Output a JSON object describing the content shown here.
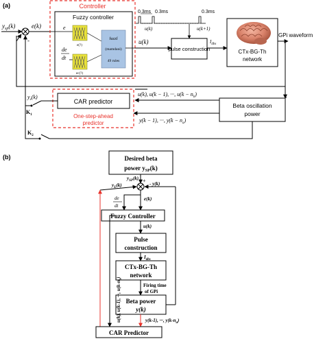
{
  "panel_a": {
    "label": "(a)",
    "ysp_in": "y",
    "ysp_sub": "sp",
    "ysp_arg": "(k)",
    "e_out": "e(k)",
    "plus": "+",
    "minus": "-",
    "controller_title": "Controller",
    "fuzzy_title": "Fuzzy controller",
    "in_e": "e",
    "in_de": "de",
    "in_dt": "dt",
    "mf_e_label": "e(?)",
    "mf_ec_label": "ec(?)",
    "rule_name": "fuzzf",
    "rule_type": "(mamdani)",
    "rule_count": "49 rules",
    "u_out": "u(k)",
    "timing_1": "0.3ms",
    "timing_2": "0.3ms",
    "timing_3": "0.3ms",
    "pulse_u1": "u(k)",
    "pulse_u2": "u(k+1)",
    "pulse_block": "pulse construction",
    "idbs": "I",
    "idbs_sub": "dbs",
    "network_line1": "CTx-BG-Th",
    "network_line2": "network",
    "gpi_label": "GPi waveform",
    "ye_label": "y",
    "ye_sub": "e",
    "ye_arg": "(k)",
    "k1": "K",
    "k1_sub": "1",
    "k2": "K",
    "k2_sub": "2",
    "car_block": "CAR predictor",
    "car_dashed_line1": "One-step-ahead",
    "car_dashed_line2": "predictor",
    "u_seq": "u(k), u(k − 1), ···, u(k − n",
    "u_seq_sub": "b",
    "y_seq": "y(k − 1), ···, y(k − n",
    "y_seq_sub": "a",
    "beta_line1": "Beta oscillation",
    "beta_line2": "power",
    "accent_color": "#e8312a",
    "box_fill_yellow": "#fff7c6",
    "mf_box_fill": "#e9e23a",
    "rule_fill": "#a9c4e4"
  },
  "panel_b": {
    "label": "(b)",
    "desired_line1": "Desired beta",
    "desired_line2": "power y",
    "desired_sub": "SP",
    "desired_arg": "(k)",
    "ysp_label": "y",
    "ysp_sub": "SP",
    "ysp_arg": "(k)",
    "plus": "+",
    "ye_label": "y",
    "ye_sub": "E",
    "ye_arg": "(k)",
    "minus_y": "- y(k)",
    "de_num": "de",
    "de_den": "dt",
    "ek": "e(k)",
    "fuzzy_block": "Fuzzy Controller",
    "uk": "u(k)",
    "pulse_line1": "Pulse",
    "pulse_line2": "construction",
    "idbs": "I",
    "idbs_sub": "dbs",
    "net_line1": "CTx-BG-Th",
    "net_line2": "network",
    "firing_line1": "Firing time",
    "firing_line2": "of GPi",
    "beta_line1": "Beta power",
    "beta_line2": "y(k)",
    "u_vert": "u(k), u(k-1), ···, u(k-n",
    "u_vert_sub": "b",
    "u_vert_end": ")",
    "y_seq": "y(k-1), ···, y(k-n",
    "y_seq_sub": "a",
    "y_seq_end": ")",
    "car_block": "CAR Predictor"
  }
}
